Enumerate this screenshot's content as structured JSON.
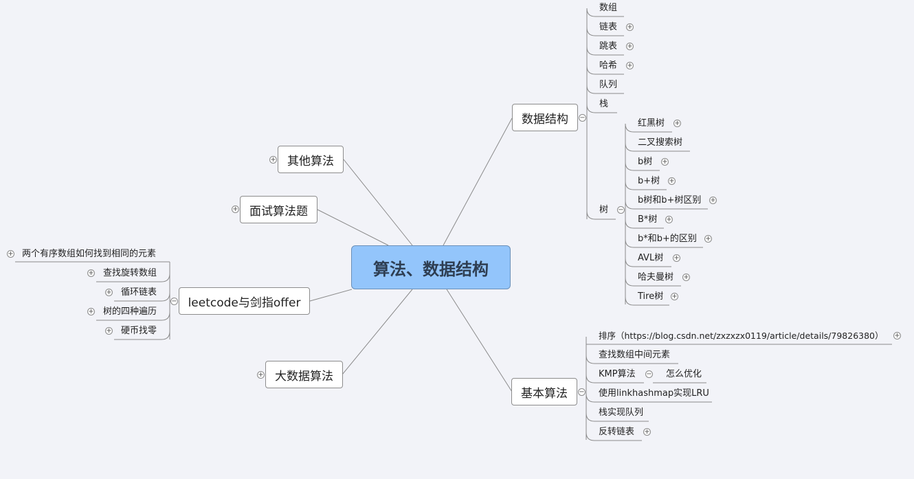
{
  "central": {
    "label": "算法、数据结构"
  },
  "branches": {
    "other": "其他算法",
    "interview": "面试算法题",
    "leetcode": "leetcode与剑指offer",
    "bigdata": "大数据算法",
    "datastructures": "数据结构",
    "basic": "基本算法"
  },
  "leetcode_items": [
    "两个有序数组如何找到相同的元素",
    "查找旋转数组",
    "循环链表",
    "树的四种遍历",
    "硬币找零"
  ],
  "ds_items": [
    "数组",
    "链表",
    "跳表",
    "哈希",
    "队列",
    "栈",
    "树"
  ],
  "tree_items": [
    "红黑树",
    "二叉搜索树",
    "b树",
    "b+树",
    "b树和b+树区别",
    "B*树",
    "b*和b+的区别",
    "AVL树",
    "哈夫曼树",
    "Tire树"
  ],
  "basic_items": [
    "排序（https://blog.csdn.net/zxzxzx0119/article/details/79826380）",
    "查找数组中间元素",
    "KMP算法",
    "使用linkhashmap实现LRU",
    "栈实现队列",
    "反转链表"
  ],
  "kmp_child": "怎么优化",
  "toggles": {
    "expand": "+",
    "collapse": "−"
  },
  "colors": {
    "central_fill": "#93c5fb",
    "background": "#f2f3f8",
    "line": "#8a8a8a"
  }
}
